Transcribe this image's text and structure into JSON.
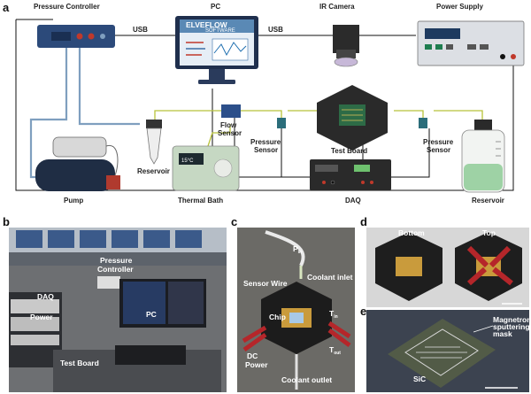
{
  "panel_letters": {
    "a": "a",
    "b": "b",
    "c": "c",
    "d": "d",
    "e": "e"
  },
  "panel_a": {
    "pressure_controller": "Pressure Controller",
    "pc": "PC",
    "ir_camera": "IR Camera",
    "power_supply": "Power Supply",
    "usb_left": "USB",
    "usb_right": "USB",
    "software_brand": "ELVEFLOW",
    "software_sub": "SOFTWARE",
    "flow_sensor_1": "Flow",
    "flow_sensor_2": "Sensor",
    "pressure_sensor_left_1": "Pressure",
    "pressure_sensor_left_2": "Sensor",
    "pressure_sensor_right_1": "Pressure",
    "pressure_sensor_right_2": "Sensor",
    "reservoir_left": "Reservoir",
    "reservoir_right": "Reservoir",
    "pump": "Pump",
    "thermal_bath": "Thermal Bath",
    "bath_display": "15°C",
    "test_board": "Test Board",
    "daq": "DAQ"
  },
  "panel_b": {
    "pressure_controller_1": "Pressure",
    "pressure_controller_2": "Controller",
    "daq": "DAQ",
    "power": "Power",
    "pc": "PC",
    "test_board": "Test Board"
  },
  "panel_c": {
    "p_in": "P",
    "p_in_sub": "in",
    "sensor_wire": "Sensor Wire",
    "coolant_inlet": "Coolant inlet",
    "chip": "Chip",
    "t_in": "T",
    "t_in_sub": "in",
    "t_out": "T",
    "t_out_sub": "out",
    "dc_power_1": "DC",
    "dc_power_2": "Power",
    "coolant_outlet": "Coolant outlet"
  },
  "panel_d": {
    "bottom": "Bottom",
    "top": "Top"
  },
  "panel_e": {
    "magnetron_1": "Magnetron",
    "magnetron_2": "sputtering",
    "magnetron_3": "mask",
    "sic": "SiC"
  },
  "colors": {
    "tubing": "#b8c23a",
    "wire": "#111111",
    "pneumatic": "#7f9fbf",
    "accent_red": "#c0392b"
  }
}
